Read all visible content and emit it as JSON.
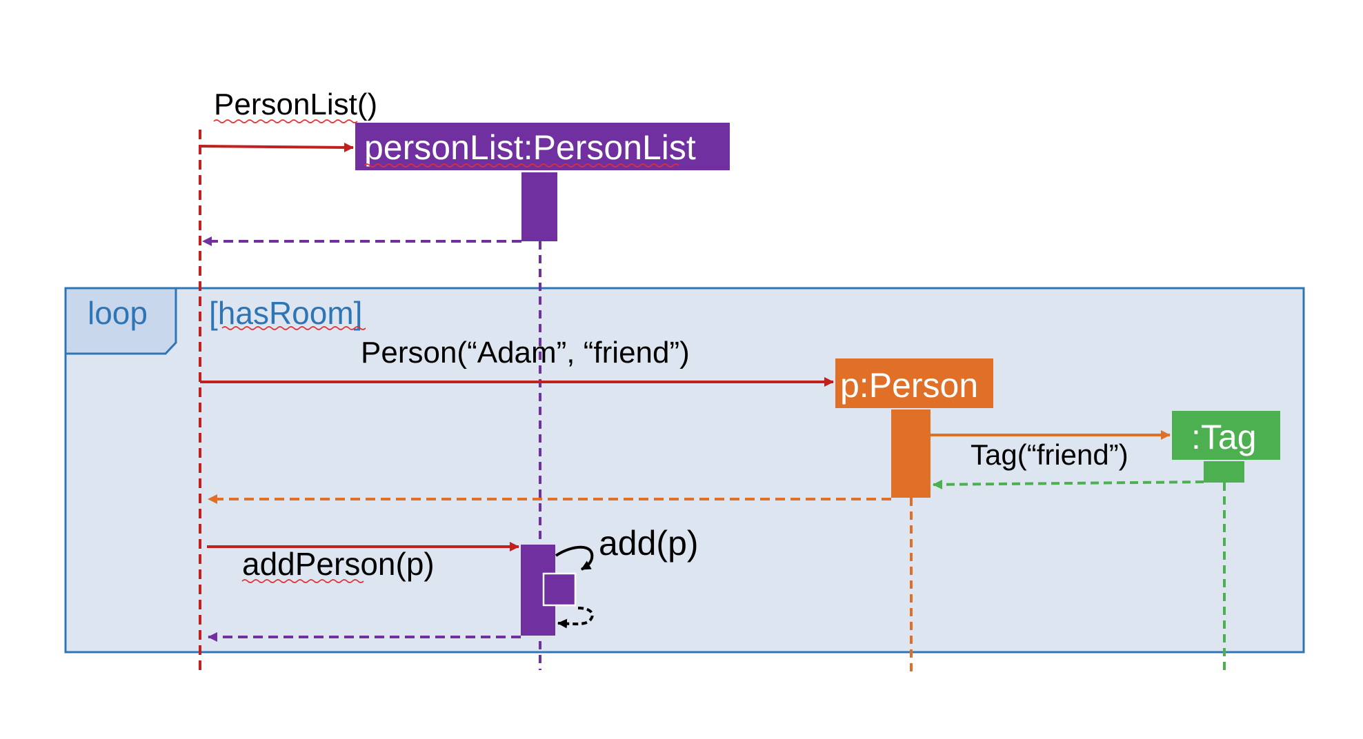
{
  "colors": {
    "actor": "#C0211F",
    "personlist": "#7030A0",
    "person": "#E07028",
    "tag": "#4CAF50",
    "loop_fill": "#DDE5F1",
    "loop_border": "#2E75B6"
  },
  "participants": {
    "personlist": "personList:PersonList",
    "person": "p:Person",
    "tag": ":Tag"
  },
  "loop": {
    "keyword": "loop",
    "guard": "[hasRoom]"
  },
  "messages": {
    "create_personlist": "PersonList()",
    "create_person": "Person(“Adam”, “friend”)",
    "create_tag": "Tag(“friend”)",
    "add_person": "addPerson(p)",
    "self_add": "add(p)"
  }
}
